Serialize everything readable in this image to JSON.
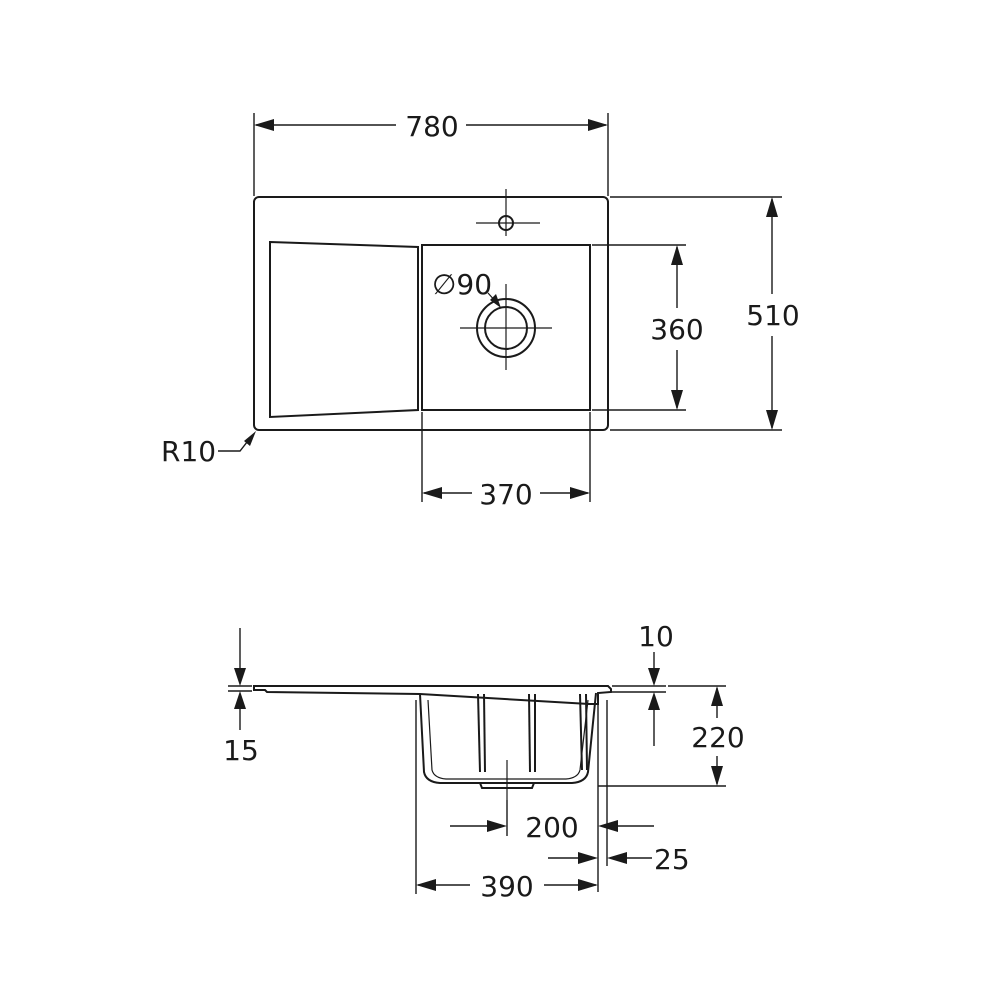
{
  "dimensions": {
    "overall_width": "780",
    "overall_depth": "510",
    "bowl_depth": "360",
    "bowl_width": "370",
    "drain_diameter": "∅90",
    "corner_radius": "R10",
    "rim_step": "10",
    "rim_thickness": "15",
    "bowl_height": "220",
    "drain_offset": "200",
    "edge_offset": "25",
    "bowl_side_width": "390"
  },
  "colors": {
    "line": "#1a1a1a",
    "background": "#ffffff"
  }
}
